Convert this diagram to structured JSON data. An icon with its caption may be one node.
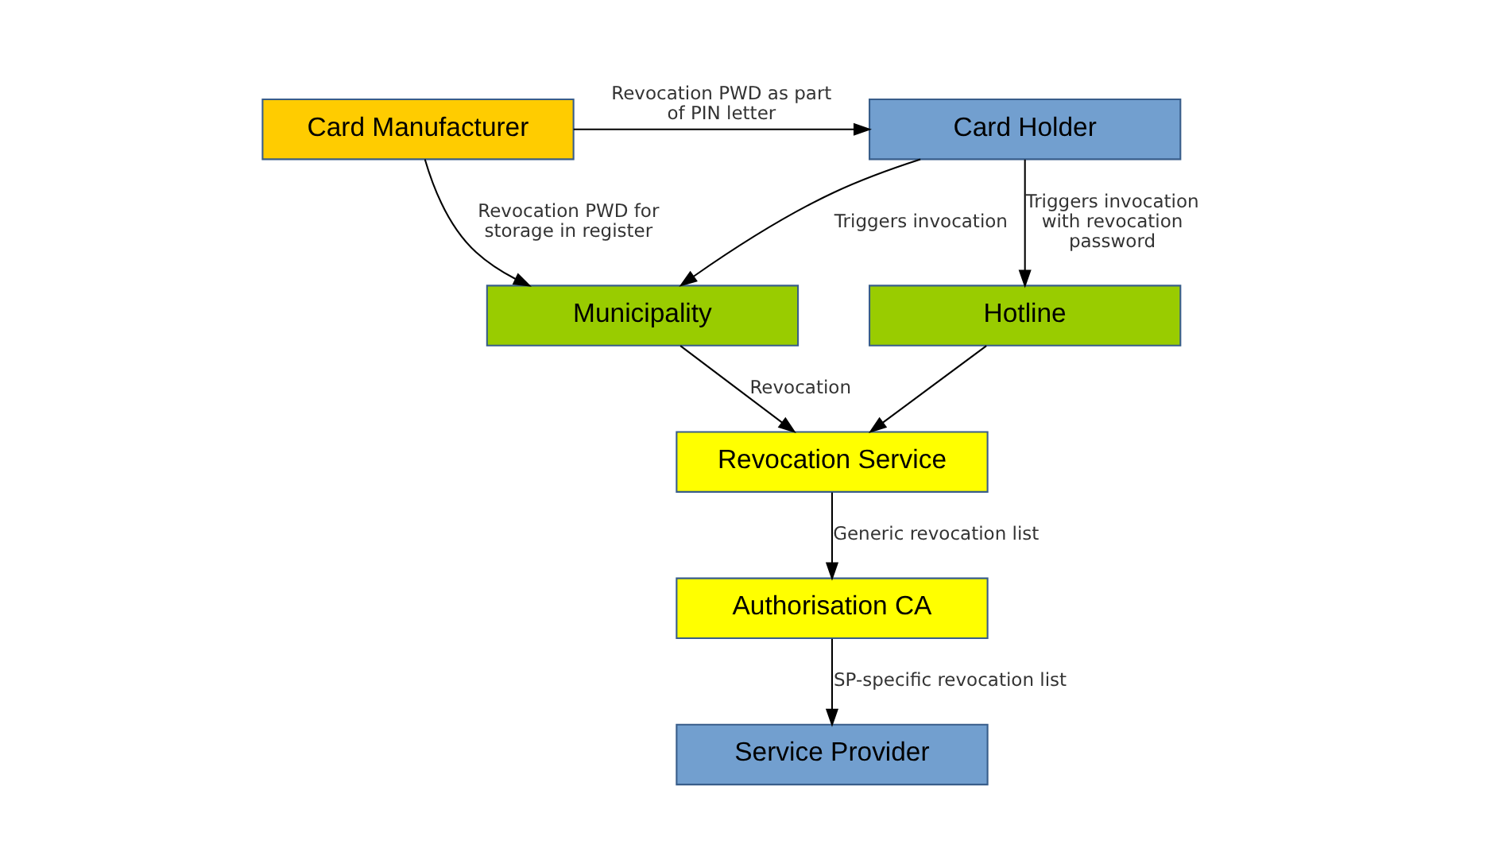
{
  "diagram": {
    "nodes": [
      {
        "text": [
          "Card Manufacturer"
        ]
      },
      {
        "text": [
          "Card Holder"
        ]
      },
      {
        "text": [
          "Municipality"
        ]
      },
      {
        "text": [
          "Hotline"
        ]
      },
      {
        "text": [
          "Revocation Service"
        ]
      },
      {
        "text": [
          "Authorisation CA"
        ]
      },
      {
        "text": [
          "Service Provider"
        ]
      }
    ],
    "edges": [
      {
        "from": 0,
        "to": 1,
        "arrow": "to",
        "label": "Revocation PWD as part of PIN letter"
      },
      {
        "from": 0,
        "to": 2,
        "arrow": "to",
        "label": "Revocation PWD for storage in register"
      },
      {
        "from": 1,
        "to": 2,
        "arrow": "to",
        "label": "Triggers invocation"
      },
      {
        "from": 1,
        "to": 3,
        "arrow": "to",
        "label": "Triggers invocation with revocation password"
      },
      {
        "from": 2,
        "to": 4,
        "arrow": "to",
        "label": "Revocation"
      },
      {
        "from": 3,
        "to": 4,
        "arrow": "to"
      },
      {
        "from": 4,
        "to": 5,
        "arrow": "to",
        "label": "Generic revocation list"
      },
      {
        "from": 5,
        "to": 6,
        "arrow": "to",
        "label": "SP-specific revocation list"
      }
    ]
  }
}
